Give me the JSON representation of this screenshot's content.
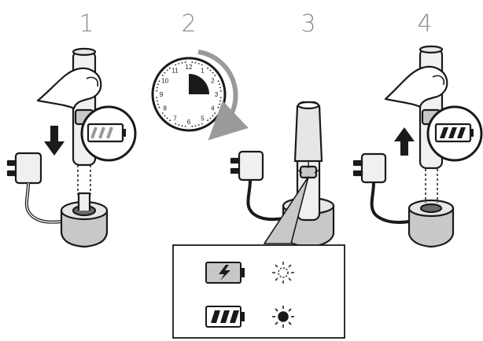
{
  "steps": [
    {
      "number": "1",
      "icon": "insert-handle-charge-icon"
    },
    {
      "number": "2",
      "icon": "timer-clock-icon"
    },
    {
      "number": "3",
      "icon": "charging-stand-light-icon"
    },
    {
      "number": "4",
      "icon": "remove-handle-full-icon"
    }
  ],
  "clock": {
    "numerals": [
      "12",
      "1",
      "2",
      "3",
      "4",
      "5",
      "6",
      "7",
      "8",
      "9",
      "10",
      "11"
    ],
    "elapsed_fraction": 0.25
  },
  "legend": [
    {
      "battery_icon": "battery-charging-icon",
      "light_icon": "light-blinking-icon"
    },
    {
      "battery_icon": "battery-full-icon",
      "light_icon": "light-solid-icon"
    }
  ],
  "colors": {
    "outline": "#1a1a1a",
    "fill_light": "#f0f0f0",
    "fill_mid": "#c8c8c8",
    "fill_dark": "#6b6b6b",
    "number_gray": "#8c8c8c",
    "arrow_gray": "#9a9a9a"
  }
}
